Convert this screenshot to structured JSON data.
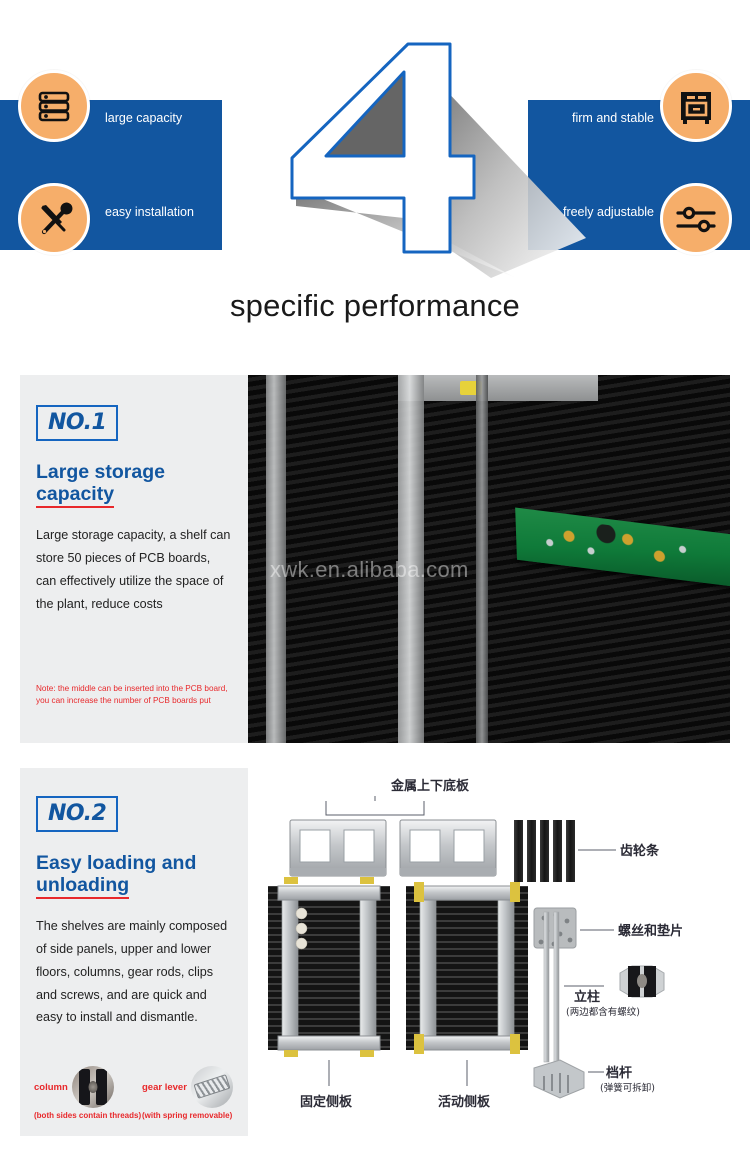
{
  "hero": {
    "number": "4",
    "title": "specific performance",
    "features": [
      {
        "label": "large capacity",
        "icon": "server-stack-icon"
      },
      {
        "label": "easy installation",
        "icon": "tools-wrench-screwdriver-icon"
      },
      {
        "label": "firm and stable",
        "icon": "cabinet-icon"
      },
      {
        "label": "freely adjustable",
        "icon": "sliders-icon"
      }
    ]
  },
  "colors": {
    "brand_blue": "#1256A0",
    "accent_orange": "#F6AE6A",
    "note_red": "#E8282B",
    "panel_gray": "#EDEEEF"
  },
  "sections": [
    {
      "badge": "NO.1",
      "heading_line1": "Large storage",
      "heading_line2": "capacity",
      "body": "Large storage capacity, a shelf can store 50 pieces of PCB boards, can effectively utilize the space of the plant, reduce costs",
      "note": "Note: the middle can be inserted into the PCB board, you can increase the number of PCB boards put",
      "watermark": "xwk.en.alibaba.com"
    },
    {
      "badge": "NO.2",
      "heading_line1": "Easy loading and",
      "heading_line2": "unloading",
      "body": "The shelves are mainly composed of side panels, upper and lower floors, columns, gear rods, clips and screws, and are quick and easy to install and dismantle.",
      "thumbs": [
        {
          "label": "column",
          "sub": "(both sides contain threads)",
          "icon": "column-part-icon"
        },
        {
          "label": "gear lever",
          "sub": "(with spring removable)",
          "icon": "gear-lever-part-icon"
        }
      ]
    }
  ],
  "diagram": {
    "labels": {
      "top_plate": "金属上下底板",
      "gear_bar": "齿轮条",
      "screws": "螺丝和垫片",
      "column": "立柱",
      "column_sub": "(两边都含有螺纹)",
      "stop_bar": "档杆",
      "stop_bar_sub": "(弹簧可拆卸)",
      "fixed_side": "固定侧板",
      "movable_side": "活动侧板"
    }
  }
}
